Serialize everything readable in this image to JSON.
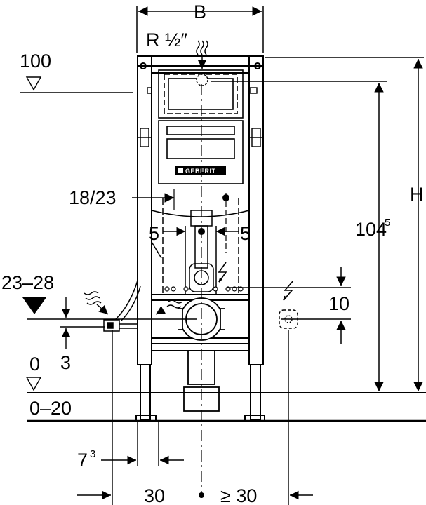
{
  "diagram": {
    "type": "technical-installation-drawing",
    "brand_logo": "GEBERIT",
    "labels": {
      "width": "B",
      "height": "H",
      "pipe_thread": "R ½″",
      "level_top": "100",
      "level_floor": "0",
      "floor_range": "0–20",
      "flush_range": "23–28",
      "flush_offset": "3",
      "drain_offset_label": "18/23",
      "left_5": "5",
      "right_5": "5",
      "height_104": "104",
      "height_104_sup": "5",
      "connect_10": "10",
      "bottom_7": "7",
      "bottom_7_sup": "3",
      "bottom_30": "30",
      "bottom_ge30": "≥ 30"
    },
    "icons": [
      "water-supply-icon",
      "electric-icon",
      "level-triangle-icon",
      "geberit-logo"
    ]
  }
}
